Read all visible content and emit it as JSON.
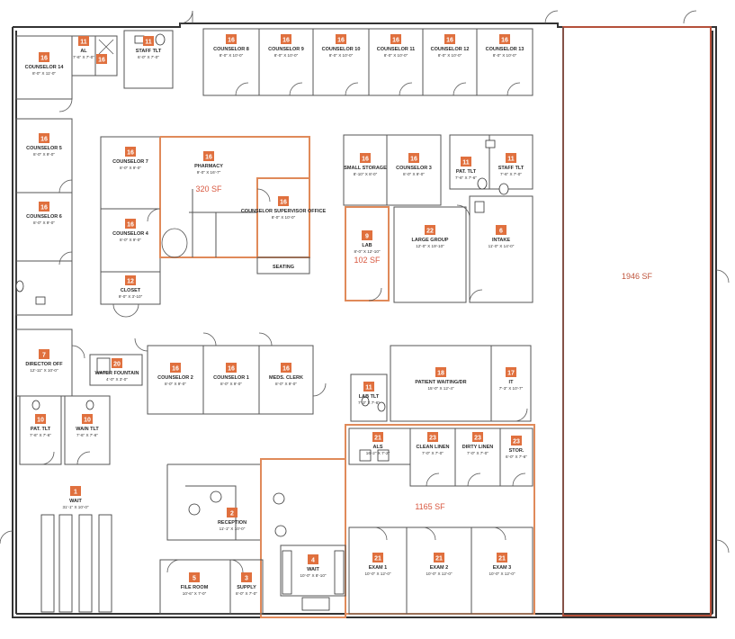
{
  "colors": {
    "badge": "#e0703e",
    "area_line_orange": "#e08a5a",
    "area_line_red": "#b5503a",
    "wall": "#333333",
    "area_text": "#d8573f"
  },
  "areas": {
    "pharmacy": "320 SF",
    "lab": "102 SF",
    "large": "1946 SF",
    "exam": "1165 SF"
  },
  "rooms": {
    "r1": {
      "num": "16",
      "name": "COUNSELOR 8",
      "dim": "8'-0\" X 10'-0\""
    },
    "r2": {
      "num": "16",
      "name": "COUNSELOR 9",
      "dim": "8'-0\" X 10'-0\""
    },
    "r3": {
      "num": "16",
      "name": "COUNSELOR 10",
      "dim": "8'-0\" X 10'-0\""
    },
    "r4": {
      "num": "16",
      "name": "COUNSELOR 11",
      "dim": "8'-0\" X 10'-0\""
    },
    "r5": {
      "num": "16",
      "name": "COUNSELOR 12",
      "dim": "8'-0\" X 10'-0\""
    },
    "r6": {
      "num": "16",
      "name": "COUNSELOR 13",
      "dim": "8'-0\" X 10'-0\""
    },
    "r7": {
      "num": "16",
      "name": "COUNSELOR 14",
      "dim": "8'-0\" X 11'-0\""
    },
    "r8": {
      "num": "16",
      "name": "COUNSELOR 5",
      "dim": "8'-0\" X 9'-0\""
    },
    "r9": {
      "num": "16",
      "name": "COUNSELOR 6",
      "dim": "8'-0\" X 9'-0\""
    },
    "r10": {
      "num": "16",
      "name": "COUNSELOR 7",
      "dim": "8'-0\" X 9'-0\""
    },
    "r11": {
      "num": "16",
      "name": "COUNSELOR 4",
      "dim": "8'-0\" X 9'-0\""
    },
    "r12": {
      "num": "16",
      "name": "PHARMACY",
      "dim": "9'-0\" X 16'-7\""
    },
    "r13": {
      "num": "16",
      "name": "COUNSELOR SUPERVISOR OFFICE",
      "dim": "8'-0\" X 10'-0\""
    },
    "r14": {
      "num": "",
      "name": "SEATING",
      "dim": ""
    },
    "r15": {
      "num": "12",
      "name": "CLOSET",
      "dim": "9'-0\" X 3'-10\""
    },
    "r16": {
      "num": "16",
      "name": "SMALL STORAGE",
      "dim": "8'-10\" X 8'-0\""
    },
    "r17": {
      "num": "16",
      "name": "COUNSELOR 3",
      "dim": "8'-0\" X 9'-0\""
    },
    "r18": {
      "num": "11",
      "name": "PAT. TLT",
      "dim": "7'-6\" X 7'-6\""
    },
    "r19": {
      "num": "11",
      "name": "STAFF TLT",
      "dim": "7'-6\" X 7'-0\""
    },
    "r20": {
      "num": "9",
      "name": "LAB",
      "dim": "8'-0\" X 12'-10\""
    },
    "r21": {
      "num": "22",
      "name": "LARGE GROUP",
      "dim": "12'-0\" X 19'-10\""
    },
    "r22": {
      "num": "6",
      "name": "INTAKE",
      "dim": "11'-0\" X 14'-0\""
    },
    "r23": {
      "num": "7",
      "name": "DIRECTOR OFF",
      "dim": "12'-11\" X 10'-0\""
    },
    "r24": {
      "num": "20",
      "name": "WATER FOUNTAIN",
      "dim": "4'-0\" X 3'-0\""
    },
    "r25": {
      "num": "16",
      "name": "COUNSELOR 2",
      "dim": "8'-0\" X 9'-0\""
    },
    "r26": {
      "num": "16",
      "name": "COUNSELOR 1",
      "dim": "8'-0\" X 9'-0\""
    },
    "r27": {
      "num": "16",
      "name": "MEDS. CLERK",
      "dim": "8'-0\" X 9'-0\""
    },
    "r28": {
      "num": "11",
      "name": "LAB TLT",
      "dim": "7'-3\" X 7'-6\""
    },
    "r29": {
      "num": "18",
      "name": "PATIENT WAITING/DR",
      "dim": "15'-0\" X 12'-4\""
    },
    "r30": {
      "num": "17",
      "name": "IT",
      "dim": "7'-3\" X 10'-7\""
    },
    "r31": {
      "num": "10",
      "name": "PAT. TLT",
      "dim": "7'-6\" X 7'-6\""
    },
    "r32": {
      "num": "10",
      "name": "WAIN TLT",
      "dim": "7'-6\" X 7'-6\""
    },
    "r33": {
      "num": "21",
      "name": "ALS",
      "dim": "16'-2\" X 7'-2\""
    },
    "r34": {
      "num": "23",
      "name": "CLEAN LINEN",
      "dim": "7'-0\" X 7'-0\""
    },
    "r35": {
      "num": "23",
      "name": "DIRTY LINEN",
      "dim": "7'-0\" X 7'-0\""
    },
    "r36": {
      "num": "23",
      "name": "STOR.",
      "dim": "6'-0\" X 7'-6\""
    },
    "r37": {
      "num": "1",
      "name": "WAIT",
      "dim": "31'-1\" X 10'-0\""
    },
    "r38": {
      "num": "2",
      "name": "RECEPTION",
      "dim": "11'-1\" X 10'-0\""
    },
    "r39": {
      "num": "5",
      "name": "FILE ROOM",
      "dim": "10'-6\" X 7'-0\""
    },
    "r40": {
      "num": "3",
      "name": "SUPPLY",
      "dim": "8'-0\" X 7'-0\""
    },
    "r41": {
      "num": "4",
      "name": "WAIT",
      "dim": "10'-0\" X 8'-10\""
    },
    "r42": {
      "num": "21",
      "name": "EXAM 1",
      "dim": "10'-0\" X 12'-0\""
    },
    "r43": {
      "num": "21",
      "name": "EXAM 2",
      "dim": "10'-0\" X 12'-0\""
    },
    "r44": {
      "num": "21",
      "name": "EXAM 3",
      "dim": "10'-0\" X 12'-0\""
    },
    "r45": {
      "num": "11",
      "name": "STAFF TLT",
      "dim": "6'-0\" X 7'-0\""
    },
    "r46": {
      "num": "11",
      "name": "AL",
      "dim": "7'-6\" X 7'-0\""
    },
    "r47": {
      "num": "16",
      "name": "",
      "dim": ""
    }
  }
}
